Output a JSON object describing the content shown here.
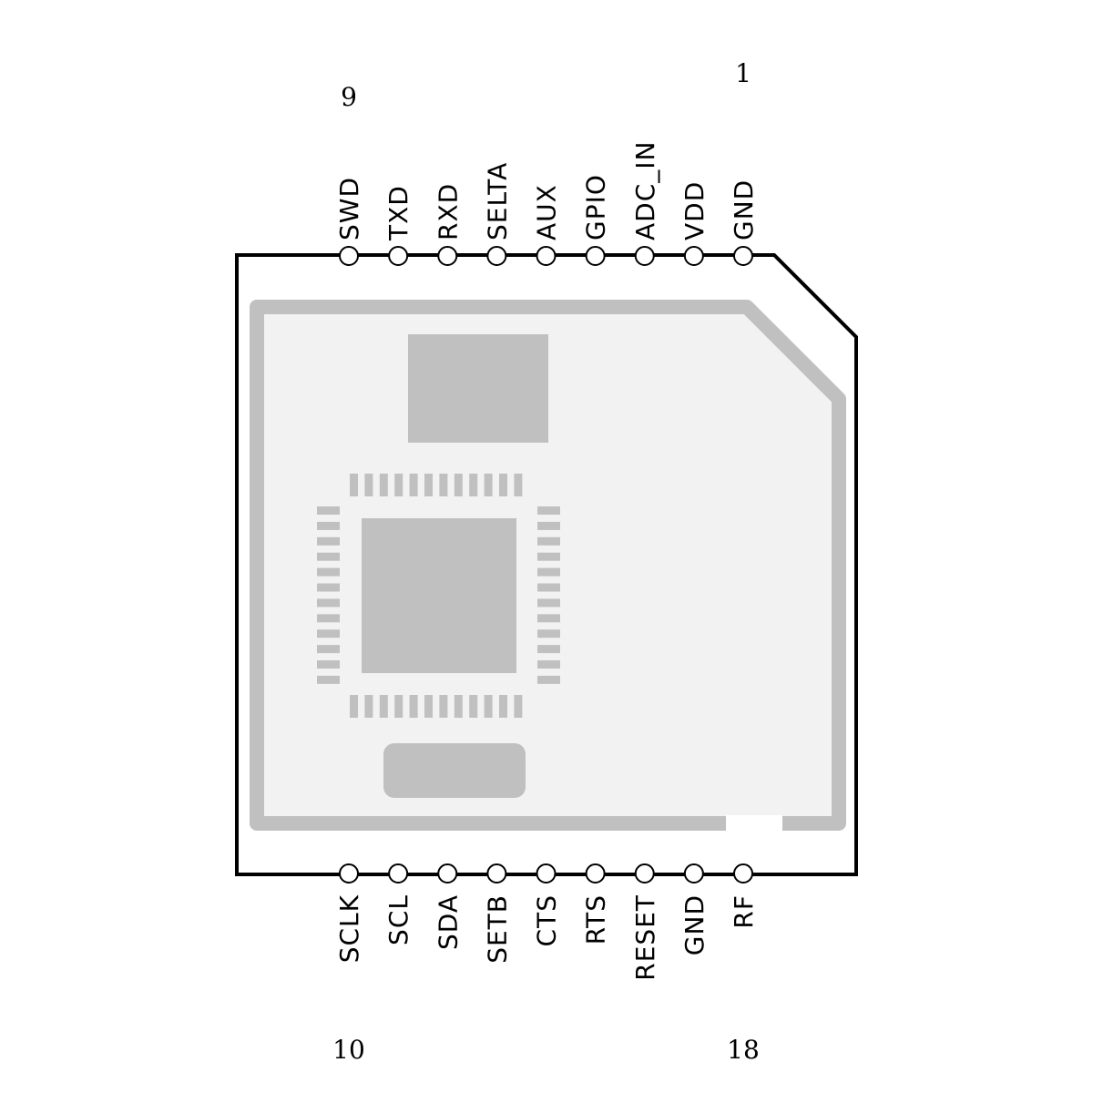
{
  "pins_top": [
    "SWD",
    "TXD",
    "RXD",
    "SELTA",
    "AUX",
    "GPIO",
    "ADC_IN",
    "VDD",
    "GND"
  ],
  "pins_bottom": [
    "SCLK",
    "SCL",
    "SDA",
    "SETB",
    "CTS",
    "RTS",
    "RESET",
    "GND",
    "RF"
  ],
  "pin_numbers": {
    "top_left": "9",
    "top_right": "1",
    "bottom_left": "10",
    "bottom_right": "18"
  },
  "colors": {
    "outline": "#000000",
    "board_fill": "#f2f2f2",
    "component": "#c0c0c0"
  }
}
